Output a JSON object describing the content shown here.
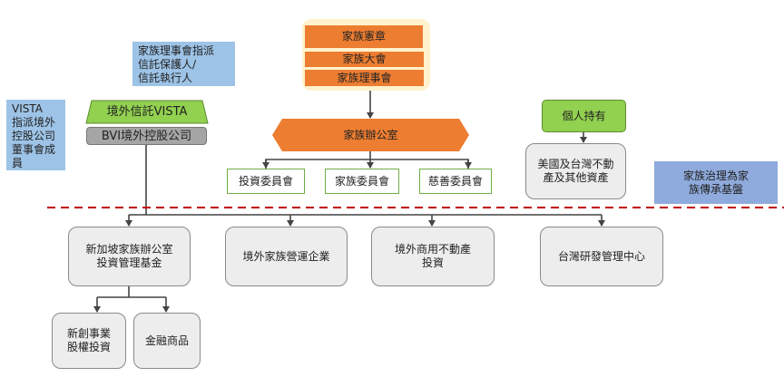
{
  "notes": {
    "trustee_note": "家族理事會指派\n信託保護人/\n信託執行人",
    "vista_note": "VISTA\n指派境外\n控股公司\n董事會成\n員",
    "governance_note": "家族治理為家\n族傳承基盤"
  },
  "governance_stack": [
    "家族憲章",
    "家族大會",
    "家族理事會"
  ],
  "trust": {
    "vista": "境外信託VISTA",
    "bvi": "BVI境外控股公司"
  },
  "family_office": "家族辦公室",
  "committees": [
    "投資委員會",
    "家族委員會",
    "慈善委員會"
  ],
  "personal": {
    "holding": "個人持有",
    "assets": "美國及台灣不動\n產及其他資產"
  },
  "entities": [
    "新加坡家族辦公室\n投資管理基金",
    "境外家族營運企業",
    "境外商用不動產\n投資",
    "台灣研發管理中心"
  ],
  "sub_entities": [
    "新創事業\n股權投資",
    "金融商品"
  ],
  "colors": {
    "orange": "#ed7d31",
    "green": "#92d050",
    "blue_note": "#9dc3e6",
    "divider": "#c00000",
    "cream": "#fff2cc"
  }
}
